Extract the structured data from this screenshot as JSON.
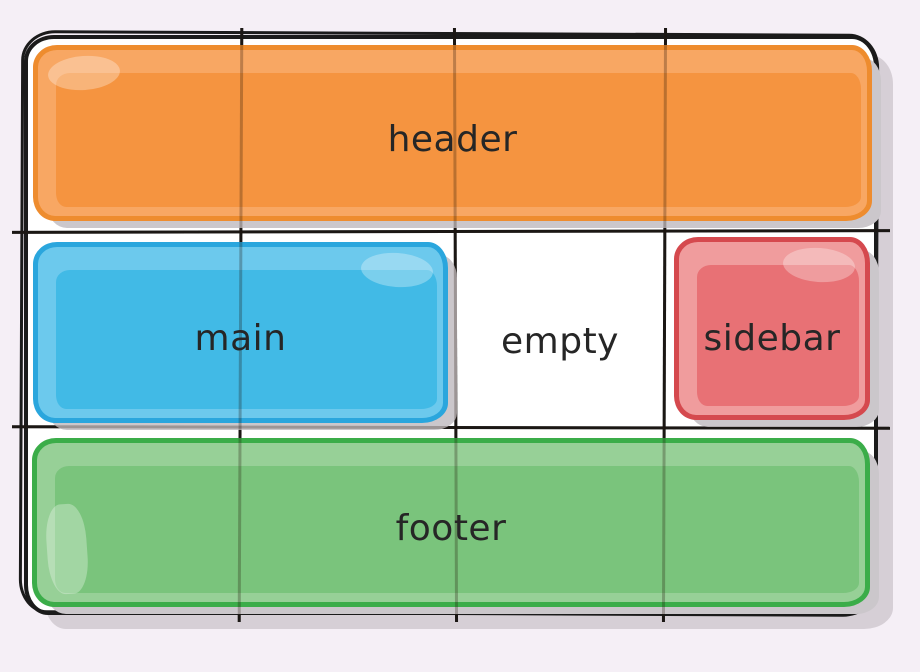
{
  "page": {
    "background": "#f5eff6",
    "label_color": "#262626"
  },
  "frame": {
    "fill": "#ffffff",
    "border_color": "#1b1b1b",
    "shadow_color": "#d6cfd6"
  },
  "gridlines": {
    "color": "#1b1b1b",
    "columns": 4,
    "rows": 3
  },
  "areas": {
    "header": {
      "label": "header",
      "fill": "#f59440",
      "ring": "#f8a763",
      "border": "#ee8c2e"
    },
    "main": {
      "label": "main",
      "fill": "#41bae6",
      "ring": "#6cc9ed",
      "border": "#2aa6dd"
    },
    "empty": {
      "label": "empty"
    },
    "sidebar": {
      "label": "sidebar",
      "fill": "#e87175",
      "ring": "#f09c9d",
      "border": "#d5494e"
    },
    "footer": {
      "label": "footer",
      "fill": "#7ac47c",
      "ring": "#97d097",
      "border": "#3bad49"
    }
  }
}
